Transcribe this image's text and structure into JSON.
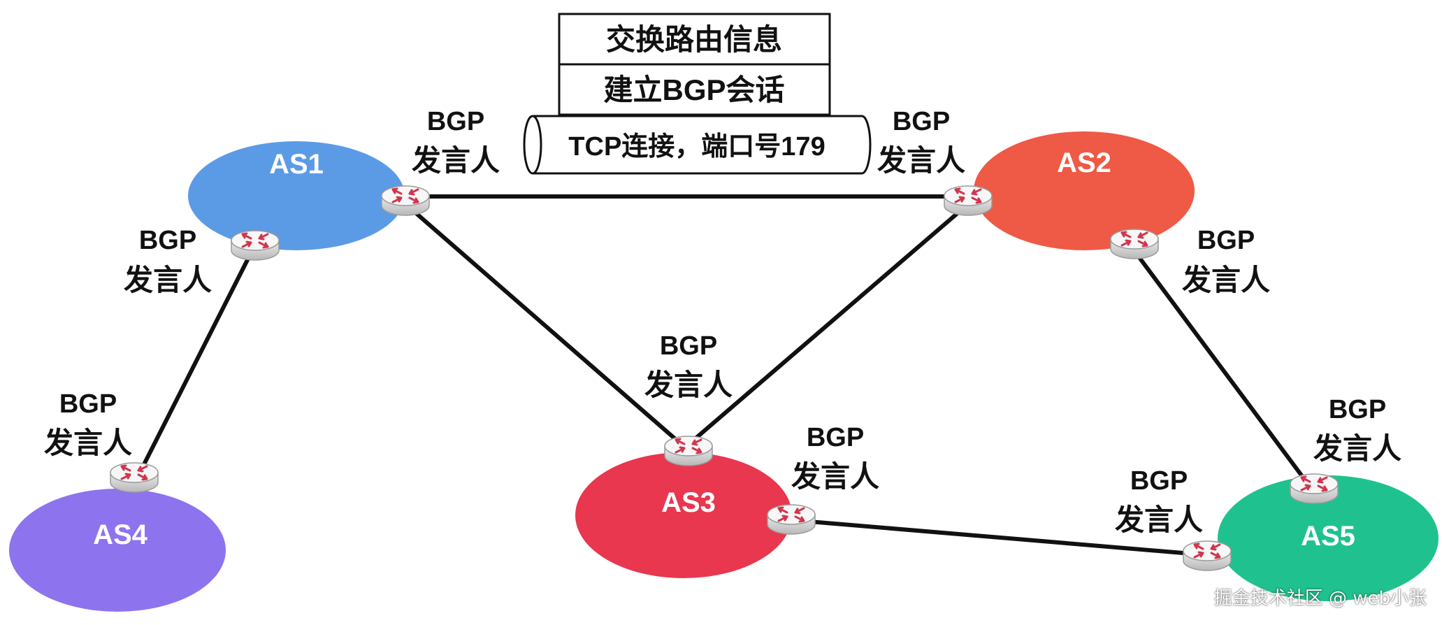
{
  "stack": {
    "exchange_label": "交换路由信息",
    "session_label": "建立BGP会话",
    "tcp_label": "TCP连接，端口号179"
  },
  "speaker": {
    "line1": "BGP",
    "line2": "发言人"
  },
  "as_nodes": [
    {
      "label": "AS1",
      "color": "#5B9BE6"
    },
    {
      "label": "AS2",
      "color": "#EE5A45"
    },
    {
      "label": "AS3",
      "color": "#E8374E"
    },
    {
      "label": "AS4",
      "color": "#8E73EE"
    },
    {
      "label": "AS5",
      "color": "#1FC28E"
    }
  ],
  "watermark": "掘金技术社区 @ web小张"
}
